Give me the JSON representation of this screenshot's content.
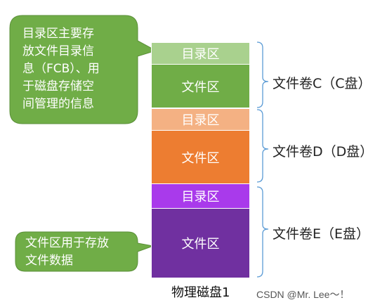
{
  "callout_top": {
    "lines": [
      "目录区主要存",
      "放文件目录信",
      "息（FCB）、用",
      "于磁盘存储空",
      "间管理的信息"
    ],
    "color": "#70ad47"
  },
  "callout_bottom": {
    "lines": [
      "文件区用于存放",
      "文件数据"
    ],
    "color": "#70ad47"
  },
  "volumes": [
    {
      "label": "文件卷C（C盘）",
      "dir_label": "目录区",
      "file_label": "文件区",
      "dir_color": "#a9d18e",
      "file_color": "#70ad47"
    },
    {
      "label": "文件卷D（D盘）",
      "dir_label": "目录区",
      "file_label": "文件区",
      "dir_color": "#f4b183",
      "file_color": "#ed7d31"
    },
    {
      "label": "文件卷E（E盘）",
      "dir_label": "目录区",
      "file_label": "文件区",
      "dir_color": "#a93aeb",
      "file_color": "#7030a0"
    }
  ],
  "disk_label": "物理磁盘1",
  "watermark": "CSDN @Mr.  Lee～！",
  "bracket_color": "#5b9bd5"
}
